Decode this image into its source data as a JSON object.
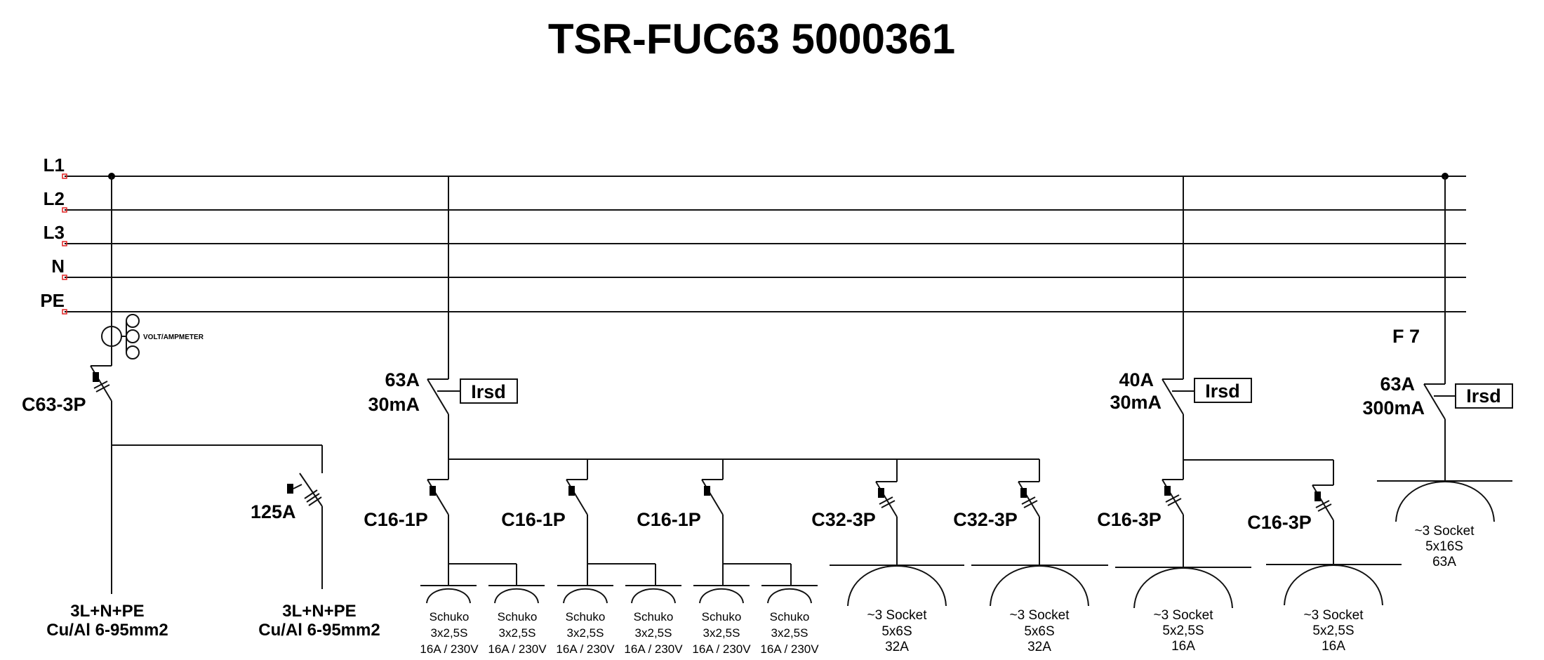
{
  "title": "TSR-FUC63 5000361",
  "bus": [
    "L1",
    "L2",
    "L3",
    "N",
    "PE"
  ],
  "meter_label": "VOLT/AMPMETER",
  "main_breaker": "C63-3P",
  "switch_125": "125A",
  "cable_labels": [
    {
      "l1": "3L+N+PE",
      "l2": "Cu/Al 6-95mm2"
    },
    {
      "l1": "3L+N+PE",
      "l2": "Cu/Al 6-95mm2"
    }
  ],
  "rcds": [
    {
      "rating": "63A",
      "sens": "30mA",
      "box": "Irsd"
    },
    {
      "rating": "40A",
      "sens": "30mA",
      "box": "Irsd"
    },
    {
      "rating": "63A",
      "sens": "300mA",
      "box": "Irsd",
      "tag": "F 7"
    }
  ],
  "breakers": [
    "C16-1P",
    "C16-1P",
    "C16-1P",
    "C32-3P",
    "C32-3P",
    "C16-3P",
    "C16-3P"
  ],
  "schuko": [
    {
      "a": "Schuko",
      "b": "3x2,5S",
      "c": "16A / 230V"
    },
    {
      "a": "Schuko",
      "b": "3x2,5S",
      "c": "16A / 230V"
    },
    {
      "a": "Schuko",
      "b": "3x2,5S",
      "c": "16A / 230V"
    },
    {
      "a": "Schuko",
      "b": "3x2,5S",
      "c": "16A / 230V"
    },
    {
      "a": "Schuko",
      "b": "3x2,5S",
      "c": "16A / 230V"
    },
    {
      "a": "Schuko",
      "b": "3x2,5S",
      "c": "16A / 230V"
    }
  ],
  "sockets": [
    {
      "a": "~3 Socket",
      "b": "5x6S",
      "c": "32A"
    },
    {
      "a": "~3 Socket",
      "b": "5x6S",
      "c": "32A"
    },
    {
      "a": "~3 Socket",
      "b": "5x2,5S",
      "c": "16A"
    },
    {
      "a": "~3 Socket",
      "b": "5x2,5S",
      "c": "16A"
    },
    {
      "a": "~3 Socket",
      "b": "5x16S",
      "c": "63A"
    }
  ],
  "terminal_color": "#e02020"
}
